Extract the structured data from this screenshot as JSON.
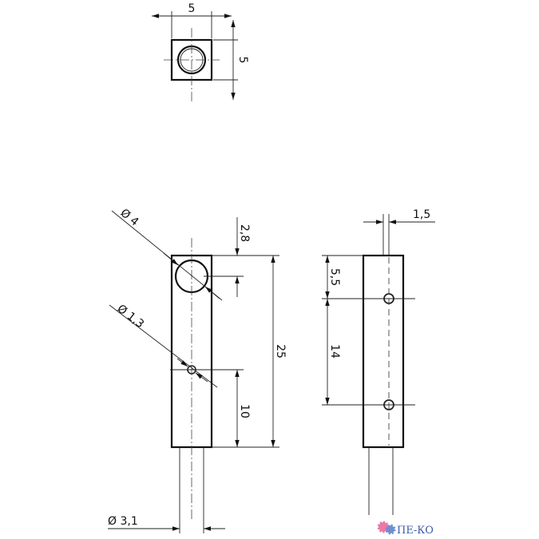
{
  "top_view": {
    "width_label": "5",
    "height_label": "5"
  },
  "front_view": {
    "large_hole_label": "Ø 4",
    "small_hole_label": "Ø 1,3",
    "top_offset_label": "2,8",
    "length_label": "25",
    "hole_offset_label": "10",
    "cable_label": "Ø 3,1"
  },
  "side_view": {
    "offset_label": "1,5",
    "first_hole_label": "5,5",
    "hole_spacing_label": "14"
  },
  "logo": {
    "text": "ПЕ-КО",
    "colors": {
      "gear_pink": "#e87aa6",
      "gear_blue": "#6f8fcf",
      "text": "#3b5aa8"
    }
  }
}
